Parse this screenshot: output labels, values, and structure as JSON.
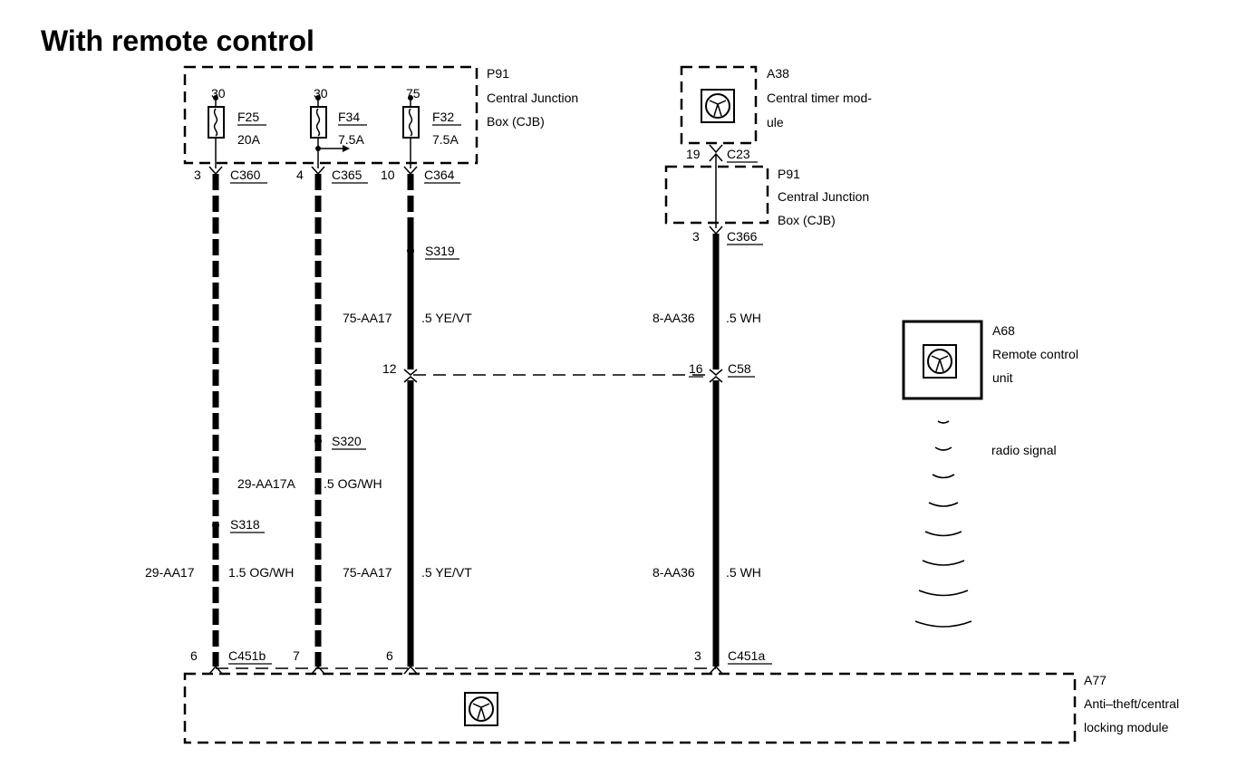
{
  "title": "With remote control",
  "components": {
    "p91_top": {
      "id": "P91",
      "line1": "Central Junction",
      "line2": "Box (CJB)"
    },
    "a38": {
      "id": "A38",
      "line1": "Central timer mod-",
      "line2": "ule"
    },
    "p91_mid": {
      "id": "P91",
      "line1": "Central Junction",
      "line2": "Box (CJB)"
    },
    "a68": {
      "id": "A68",
      "line1": "Remote control",
      "line2": "unit"
    },
    "a77": {
      "id": "A77",
      "line1": "Anti–theft/central",
      "line2": "locking module"
    }
  },
  "fuses": [
    {
      "feed": "30",
      "name": "F25",
      "rating": "20A"
    },
    {
      "feed": "30",
      "name": "F34",
      "rating": "7.5A"
    },
    {
      "feed": "75",
      "name": "F32",
      "rating": "7.5A"
    }
  ],
  "connectors": {
    "c360": {
      "pin": "3",
      "name": "C360"
    },
    "c365": {
      "pin": "4",
      "name": "C365"
    },
    "c364": {
      "pin": "10",
      "name": "C364"
    },
    "c23": {
      "pin": "19",
      "name": "C23"
    },
    "c366": {
      "pin": "3",
      "name": "C366"
    },
    "c58_left": {
      "pin": "12"
    },
    "c58_right": {
      "pin": "16",
      "name": "C58"
    },
    "c451b_1": {
      "pin": "6",
      "name": "C451b"
    },
    "c451b_2": {
      "pin": "7"
    },
    "c451b_3": {
      "pin": "6"
    },
    "c451a": {
      "pin": "3",
      "name": "C451a"
    }
  },
  "splices": {
    "s319": "S319",
    "s320": "S320",
    "s318": "S318"
  },
  "wires": {
    "w1": {
      "circuit": "29-AA17",
      "spec": "1.5 OG/WH"
    },
    "w2": {
      "circuit": "29-AA17A",
      "spec": ".5 OG/WH"
    },
    "w3_top": {
      "circuit": "75-AA17",
      "spec": ".5 YE/VT"
    },
    "w3_bottom": {
      "circuit": "75-AA17",
      "spec": ".5 YE/VT"
    },
    "w4_top": {
      "circuit": "8-AA36",
      "spec": ".5 WH"
    },
    "w4_bottom": {
      "circuit": "8-AA36",
      "spec": ".5 WH"
    }
  },
  "radio_label": "radio signal"
}
